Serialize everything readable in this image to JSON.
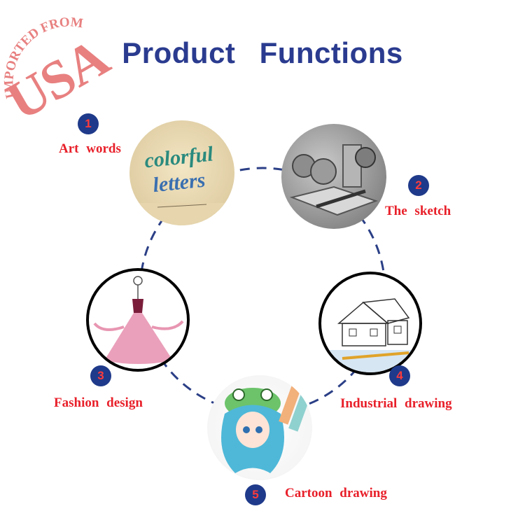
{
  "title": "Product   Functions",
  "stamp": {
    "top_text": "IMPORTED FROM",
    "main_text": "USA"
  },
  "items": [
    {
      "number": "1",
      "label": "Art words",
      "icon": "calligraphy-photo"
    },
    {
      "number": "2",
      "label": "The sketch",
      "icon": "still-life-sketch-photo"
    },
    {
      "number": "3",
      "label": "Fashion design",
      "icon": "fashion-dress-photo"
    },
    {
      "number": "4",
      "label": "Industrial drawing",
      "icon": "house-drawing-photo"
    },
    {
      "number": "5",
      "label": "Cartoon drawing",
      "icon": "anime-girl-photo"
    }
  ],
  "colors": {
    "title": "#2a3b8f",
    "badge": "#1f3a8a",
    "badge_text": "#ff3b3b",
    "label": "#e8202a",
    "ring": "#2b3f86"
  }
}
